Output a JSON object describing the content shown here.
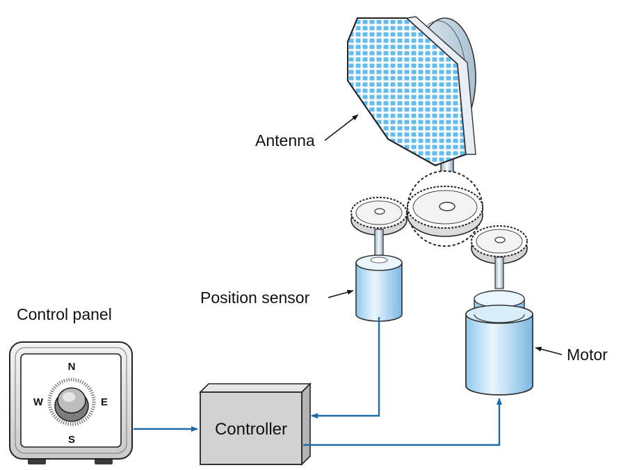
{
  "labels": {
    "antenna": "Antenna",
    "position_sensor": "Position sensor",
    "control_panel": "Control panel",
    "controller": "Controller",
    "motor": "Motor"
  },
  "dial": {
    "north": "N",
    "south": "S",
    "east": "E",
    "west": "W"
  },
  "colors": {
    "signal_line": "#1b6aa8",
    "antenna_grid": "#5bb8ec",
    "cylinder_fill": "#b6ddf6",
    "controller_fill": "#d2d2d2"
  }
}
